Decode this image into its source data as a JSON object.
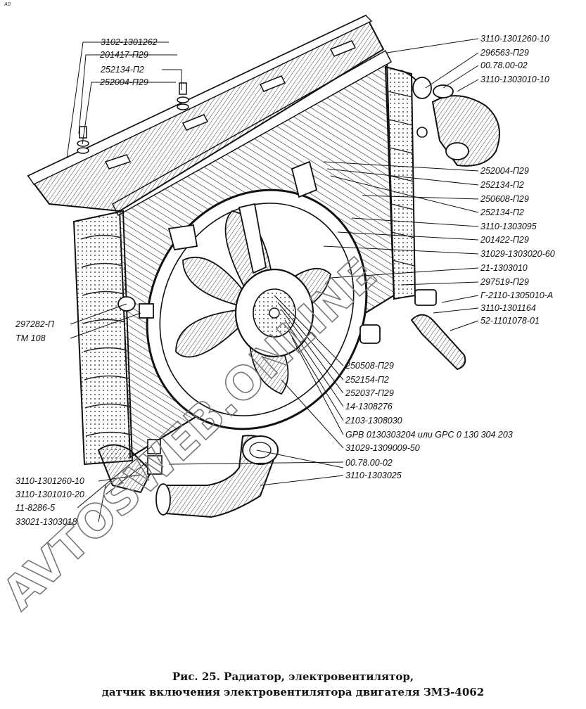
{
  "corner_mark": "AD",
  "caption": {
    "line1": "Рис. 25. Радиатор, электровентилятор,",
    "line2": "датчик включения электровентилятора двигателя ЗМЗ-4062"
  },
  "watermark": "AVTOSWEB.ONLINE",
  "labels": {
    "l1": "3102-1301262",
    "l2": "201417-П29",
    "l3": "252134-П2",
    "l4": "252004-П29",
    "l5": "3110-1301260-10",
    "l6": "296563-П29",
    "l7": "00.78.00-02",
    "l8": "3110-1303010-10",
    "l9": "252004-П29",
    "l10": "252134-П2",
    "l11": "250608-П29",
    "l12": "252134-П2",
    "l13": "3110-1303095",
    "l14": "201422-П29",
    "l15": "31029-1303020-60",
    "l16": "21-1303010",
    "l17": "297519-П29",
    "l18": "Г-2110-1305010-А",
    "l19": "3110-1301164",
    "l20": "52-1101078-01",
    "l21": "297282-П",
    "l22": "ТМ 108",
    "l23": "250508-П29",
    "l24": "252154-П2",
    "l25": "252037-П29",
    "l26": "14-1308276",
    "l27": "2103-1308030",
    "l28": "GPB 0130303204 или GPC 0 130 304 203",
    "l29": "31029-1309009-50",
    "l30": "00.78.00-02",
    "l31": "3110-1303025",
    "l32": "3110-1301260-10",
    "l33": "3110-1301010-20",
    "l34": "11-8286-5",
    "l35": "33021-1303018"
  }
}
